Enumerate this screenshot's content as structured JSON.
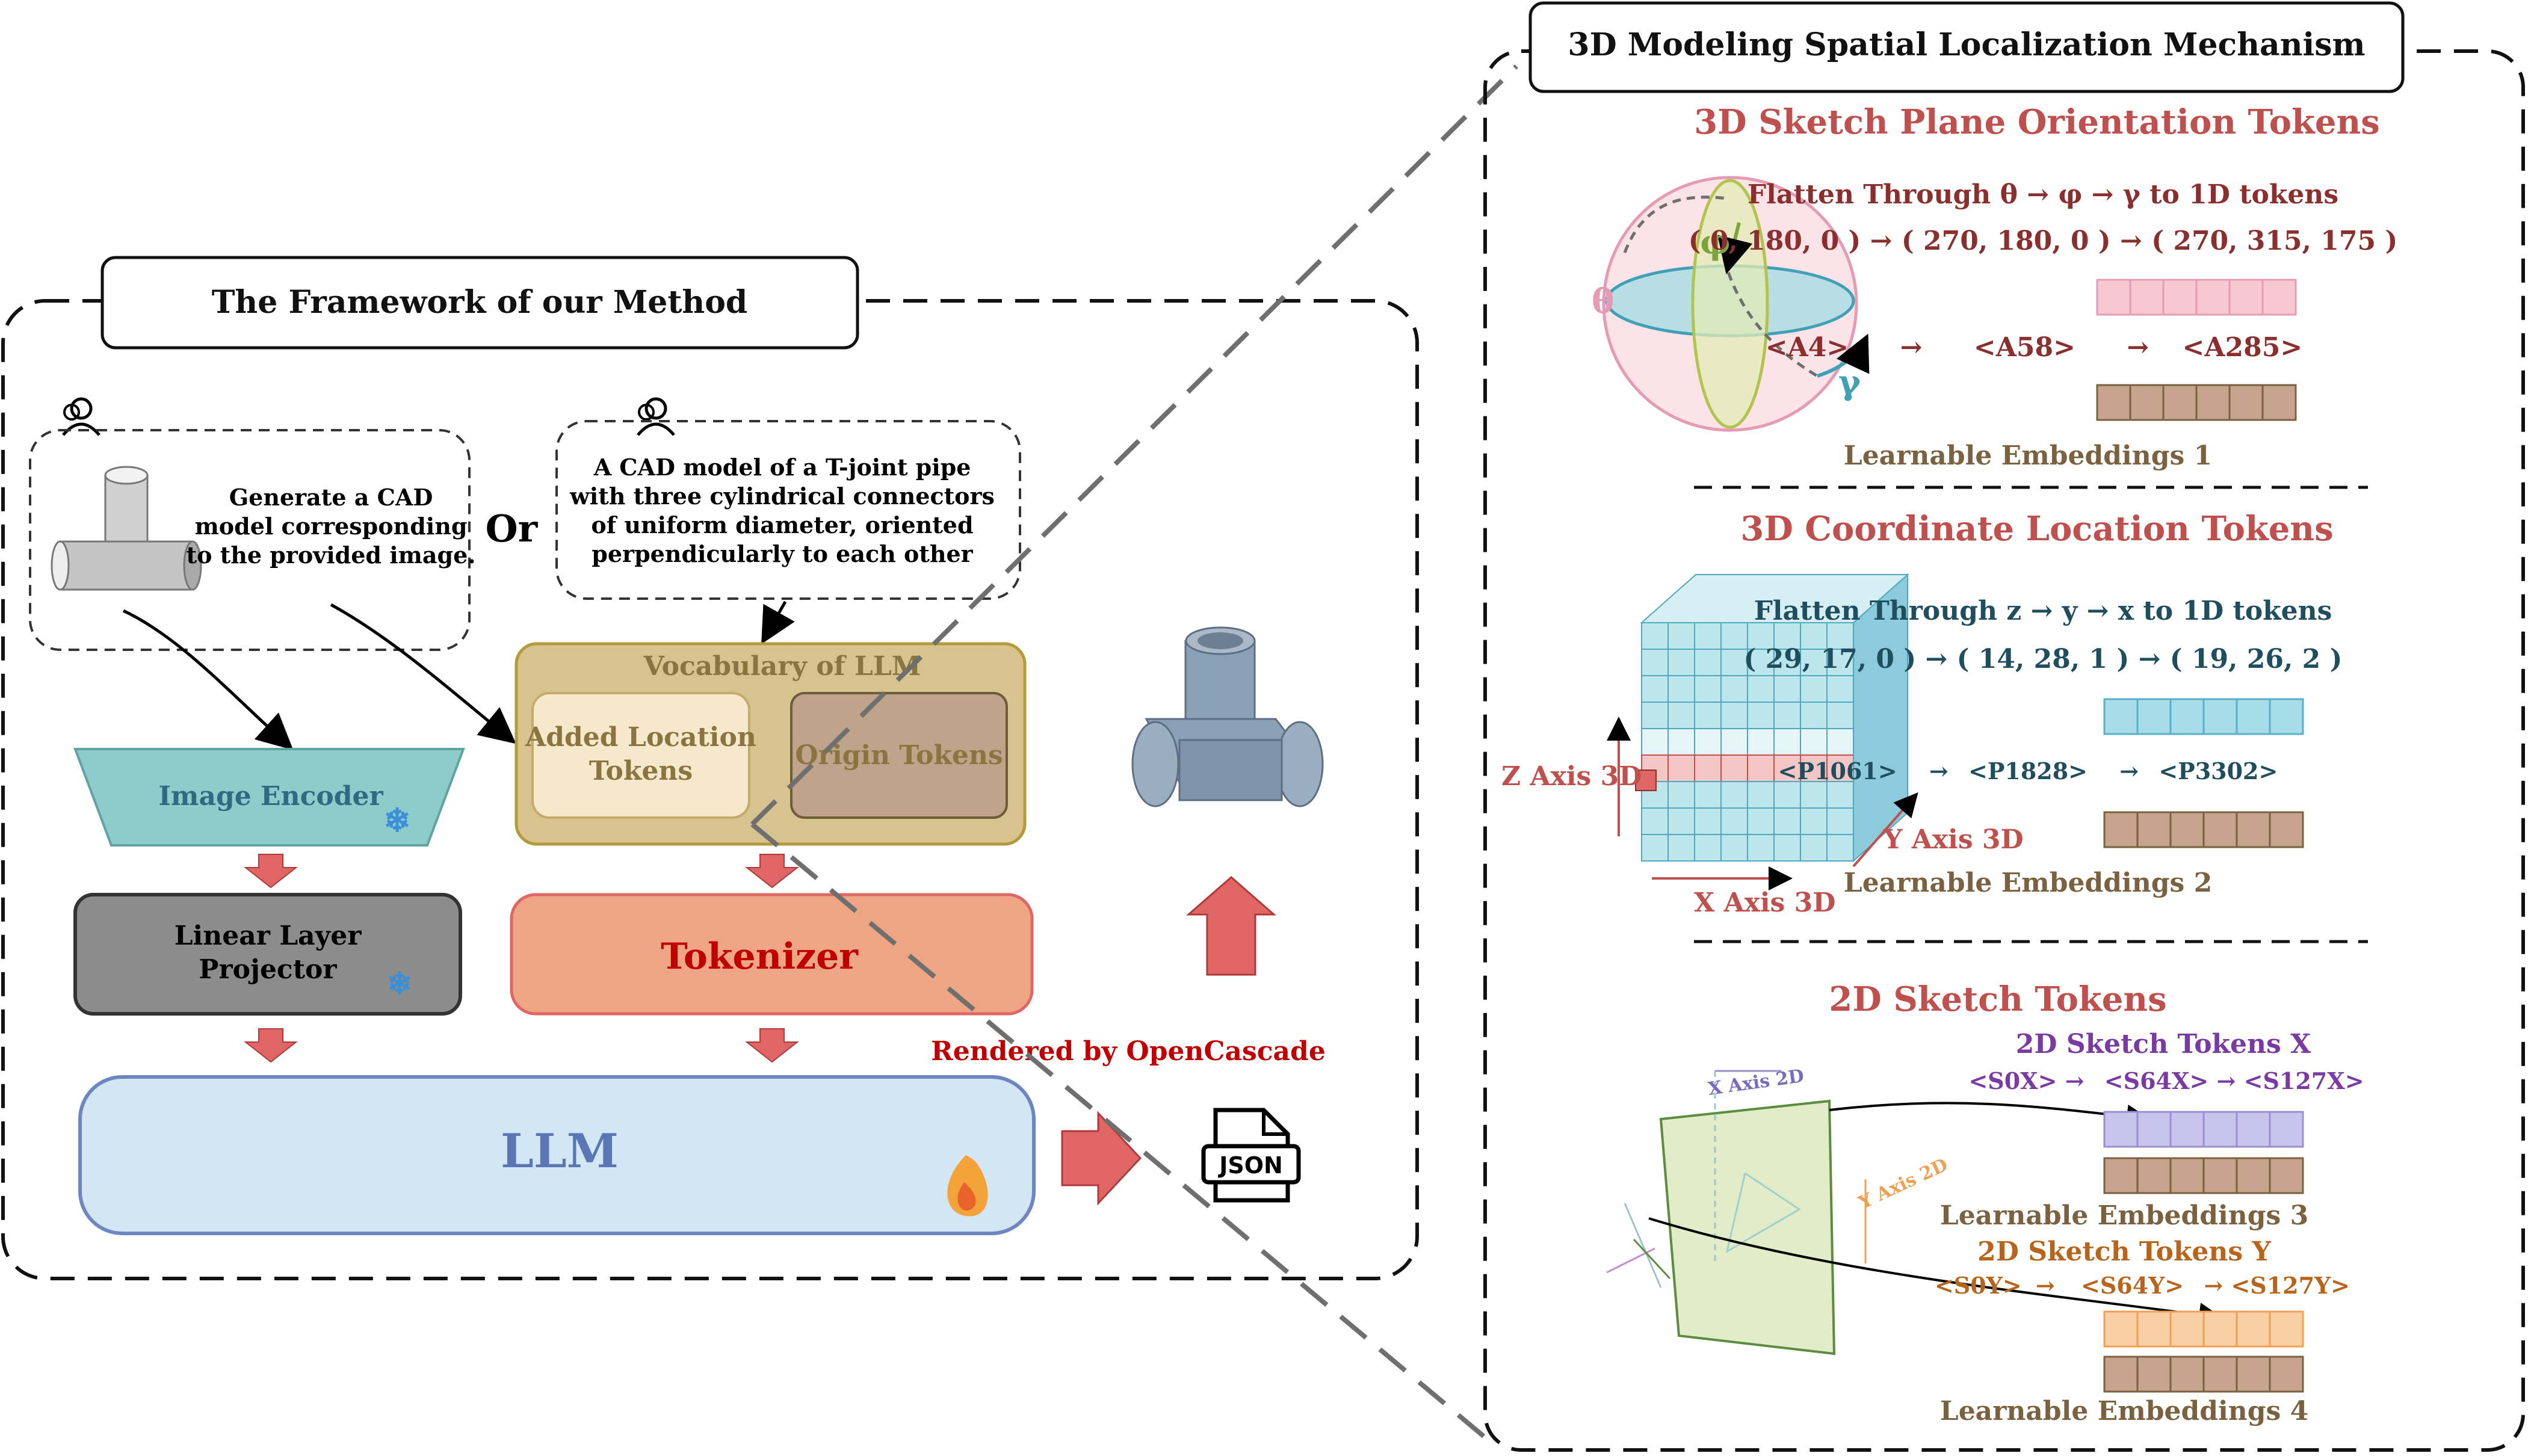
{
  "left_panel": {
    "title": "The Framework of our Method",
    "image_prompt": [
      "Generate a CAD",
      "model corresponding",
      "to the provided image."
    ],
    "or_label": "Or",
    "text_prompt": [
      "A CAD model of a T-joint pipe",
      "with three cylindrical connectors",
      "of uniform diameter, oriented",
      "perpendicularly to each other"
    ],
    "vocab_label": "Vocabulary of LLM",
    "added_tokens": [
      "Added Location",
      "Tokens"
    ],
    "origin_tokens": "Origin Tokens",
    "image_encoder": "Image Encoder",
    "projector": [
      "Linear Layer",
      "Projector"
    ],
    "tokenizer": "Tokenizer",
    "llm": "LLM",
    "rendered_by": "Rendered by OpenCascade",
    "json_label": "JSON"
  },
  "right_panel": {
    "title": "3D Modeling Spatial Localization Mechanism",
    "orientation": {
      "title": "3D Sketch Plane Orientation Tokens",
      "flatten": "Flatten Through θ → φ → γ to 1D tokens",
      "triples": "( 0, 180, 0 ) → ( 270, 180, 0 ) → ( 270, 315, 175 )",
      "tokens": [
        "<A4>",
        "<A58>",
        "<A285>"
      ],
      "embeddings": "Learnable Embeddings 1",
      "theta": "θ",
      "phi": "φ",
      "gamma": "γ"
    },
    "coordinate": {
      "title": "3D Coordinate Location Tokens",
      "flatten": "Flatten Through z → y → x to 1D tokens",
      "triples": "( 29, 17, 0 ) → ( 14, 28, 1 ) → ( 19, 26, 2 )",
      "tokens": [
        "<P1061>",
        "<P1828>",
        "<P3302>"
      ],
      "embeddings": "Learnable Embeddings 2",
      "z_axis": "Z Axis 3D",
      "x_axis": "X Axis 3D",
      "y_axis": "Y Axis 3D"
    },
    "sketch": {
      "title": "2D Sketch Tokens",
      "x_title": "2D Sketch Tokens X",
      "x_tokens": [
        "<S0X>",
        "<S64X>",
        "<S127X>"
      ],
      "embeddings3": "Learnable Embeddings 3",
      "y_title": "2D Sketch Tokens Y",
      "y_tokens": [
        "<S0Y>",
        "<S64Y>",
        "<S127Y>"
      ],
      "embeddings4": "Learnable Embeddings 4",
      "x_axis": "X Axis 2D",
      "y_axis": "Y Axis 2D"
    }
  },
  "colors": {
    "encoder": "#8ecbcb",
    "projector": "#8c8c8c",
    "vocab": "#d7c38d",
    "tokenizer": "#eda583",
    "llm": "#d2e6f3",
    "arrow_red": "#e06666",
    "section_title": "#c0504d"
  }
}
